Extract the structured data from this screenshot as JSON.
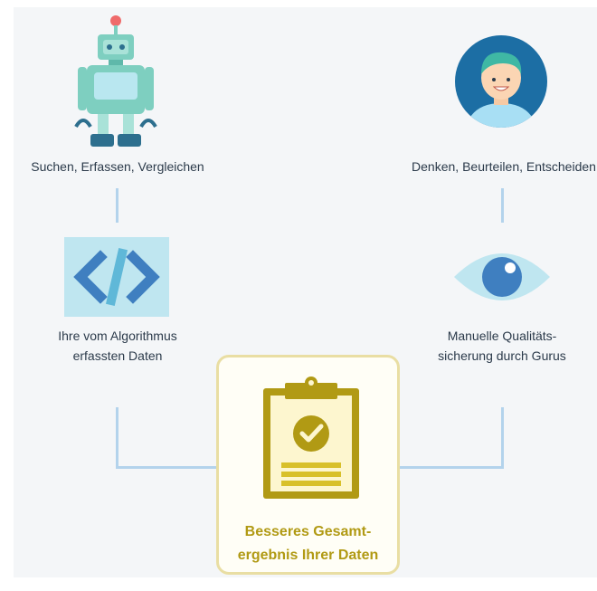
{
  "robot": {
    "label": "Suchen, Erfassen, Vergleichen"
  },
  "person": {
    "label": "Denken, Beurteilen, Entscheiden"
  },
  "code": {
    "label_line1": "Ihre vom Algorithmus",
    "label_line2": "erfassten Daten"
  },
  "eye": {
    "label_line1": "Manuelle Qualitäts-",
    "label_line2": "sicherung durch Gurus"
  },
  "result": {
    "label_line1": "Besseres Gesamt-",
    "label_line2": "ergebnis Ihrer Daten"
  },
  "colors": {
    "background": "#f4f6f8",
    "connector": "#b3d3ec",
    "text": "#2b3a4a",
    "accent_gold": "#b19a14",
    "box_border": "#e9dea3",
    "icon_teal": "#7ecfc0",
    "icon_blue": "#3f7fc0",
    "person_circle": "#1c6ea4"
  }
}
